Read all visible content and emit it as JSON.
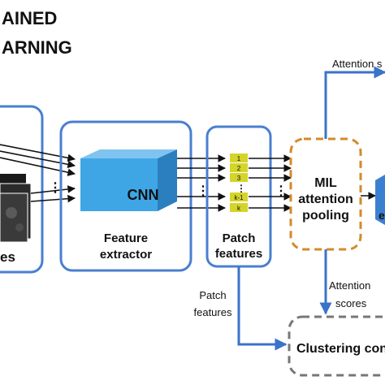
{
  "title": {
    "line1": "AINED",
    "line2": "ARNING"
  },
  "panels": {
    "images": {
      "label": "es"
    },
    "extractor": {
      "box_text": "CNN",
      "line1": "Feature",
      "line2": "extractor"
    },
    "patches": {
      "line1": "Patch",
      "line2": "features",
      "tokens": [
        "1",
        "2",
        "3",
        "k-1",
        "k"
      ],
      "ellipsis": "⋮"
    },
    "pooling": {
      "line1": "MIL",
      "line2": "attention",
      "line3": "pooling"
    },
    "classifier": {
      "label": "e"
    },
    "clustering": {
      "label": "Clustering con"
    }
  },
  "annotations": {
    "attention_top": "Attention s",
    "attention_bottom_1": "Attention",
    "attention_bottom_2": "scores",
    "patch_left_1": "Patch",
    "patch_left_2": "features"
  },
  "colors": {
    "panel_border": "#4a7fd0",
    "arrow_blue": "#3a73c9",
    "cube_front": "#3fa6e6",
    "cube_top": "#7fc4f0",
    "cube_side": "#2b7fbf",
    "token_fill": "#d4d42a",
    "pool_border": "#d48a2a",
    "cluster_border": "#777777"
  }
}
